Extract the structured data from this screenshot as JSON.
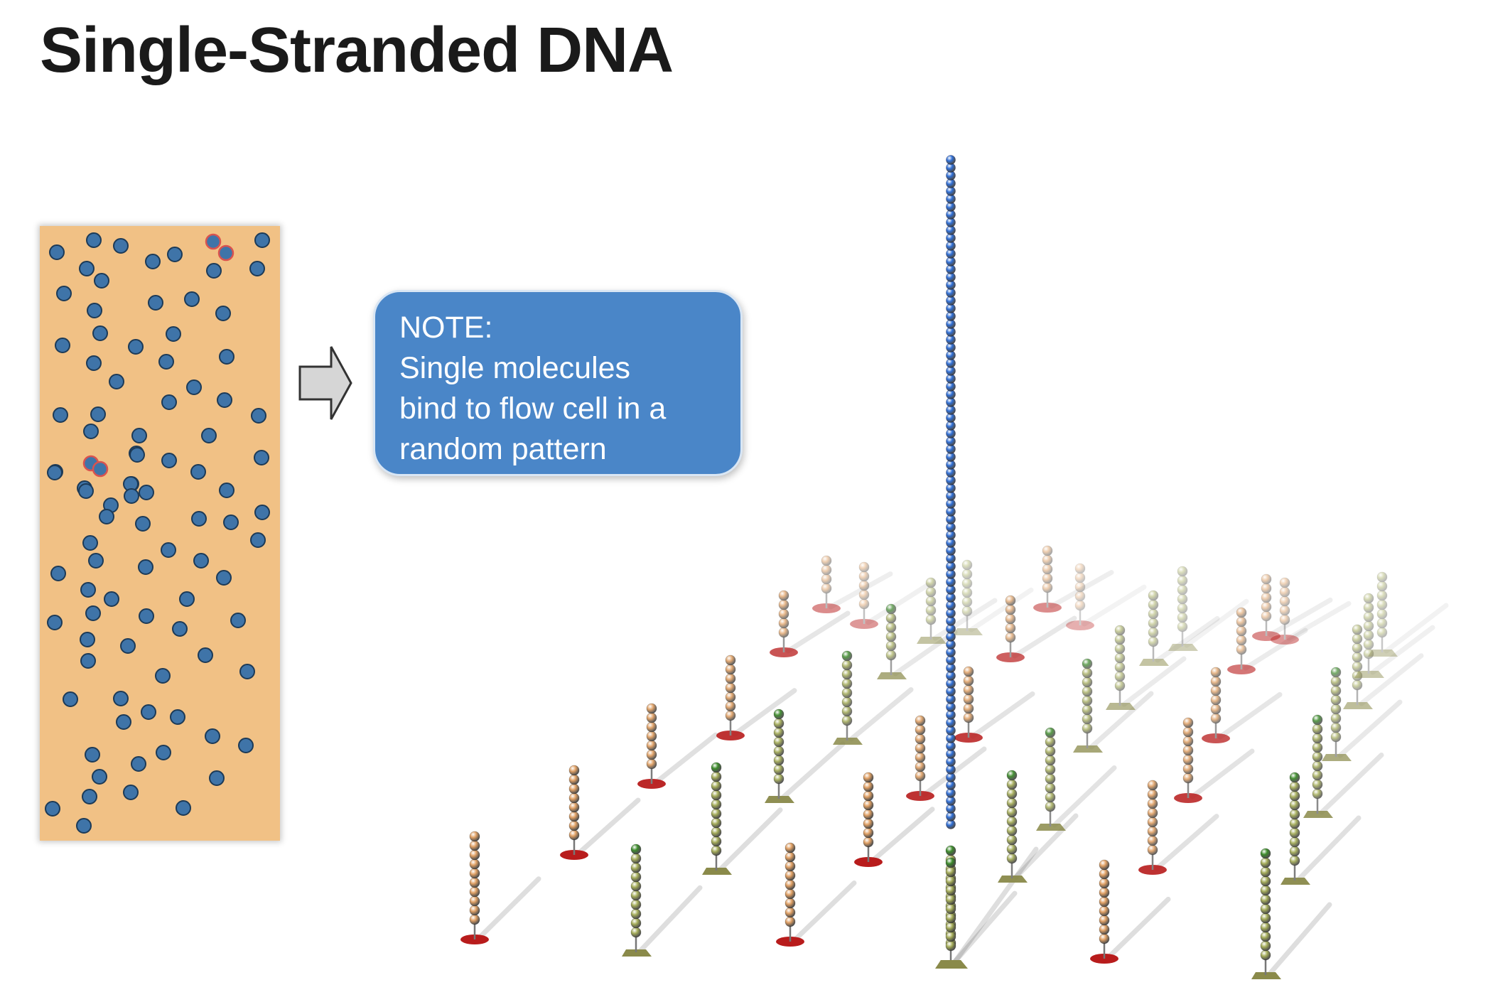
{
  "title": "Single-Stranded DNA",
  "note": {
    "heading": "NOTE:",
    "lines": [
      "Single molecules",
      "bind to flow cell in a",
      "random pattern"
    ]
  },
  "colors": {
    "background": "#ffffff",
    "title": "#1a1a1a",
    "flow_cell": "#f1c185",
    "molecule_fill": "#3f74a8",
    "molecule_stroke": "#1c3a57",
    "highlight_stroke": "#d9534f",
    "note_fill": "#4a86c8",
    "arrow_fill": "#d6d6d6",
    "bound_strand": "#2f6fd6",
    "strand_orange": "#e0a064",
    "strand_olive": "#a5ad5a",
    "anchor_red": "#b81c1c",
    "anchor_olive": "#8a8a4a",
    "strand_tip_green": "#3e8c2c"
  },
  "icons": {
    "arrow": "right-arrow-icon"
  }
}
